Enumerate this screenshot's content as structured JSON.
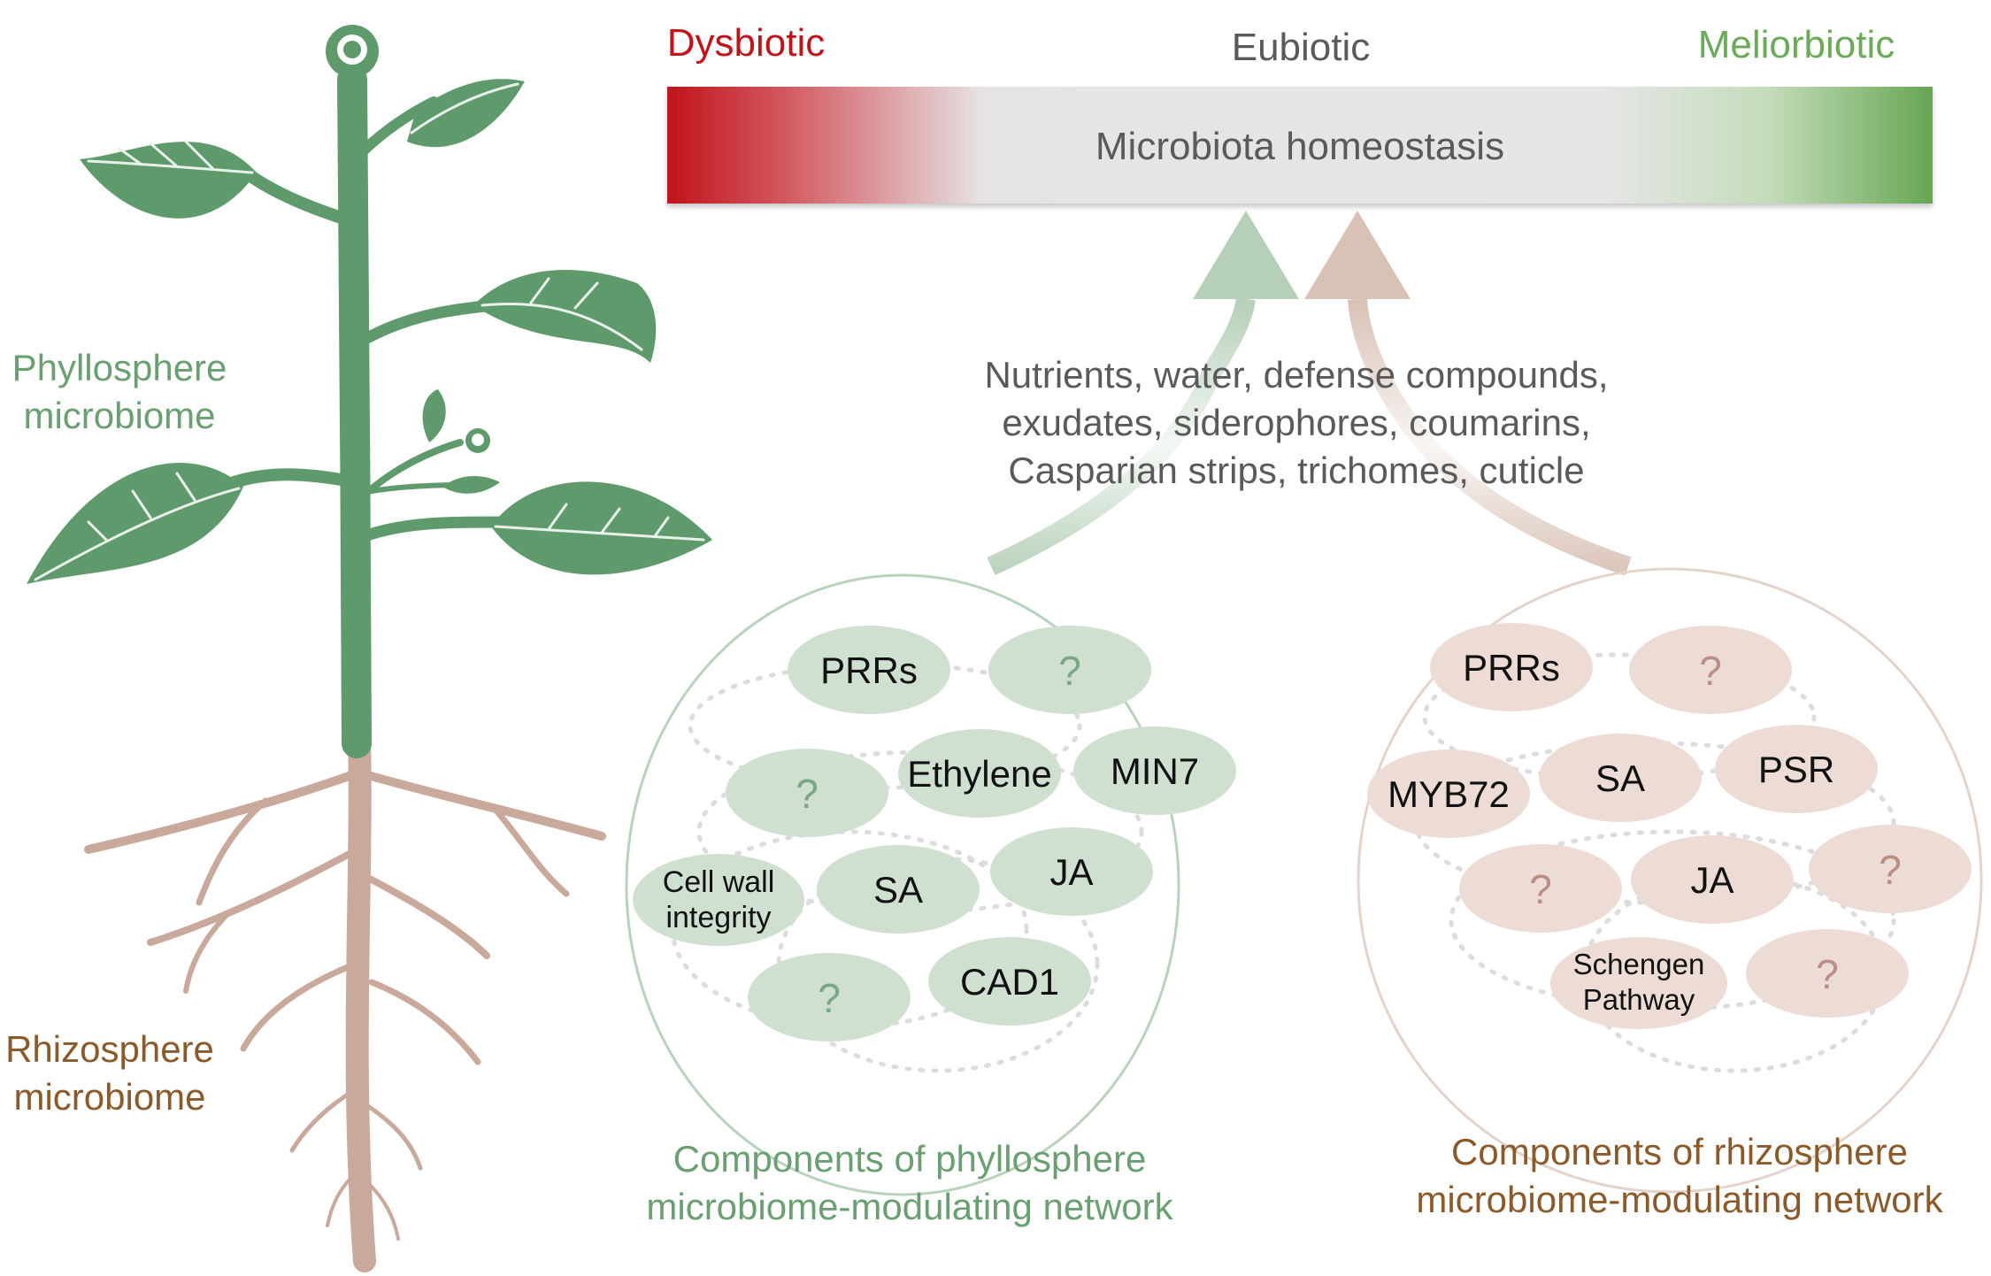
{
  "scale_labels": {
    "dysbiotic": "Dysbiotic",
    "eubiotic": "Eubiotic",
    "meliorbiotic": "Meliorbiotic"
  },
  "bar": {
    "label": "Microbiota homeostasis"
  },
  "side_labels": {
    "phyllosphere_line1": "Phyllosphere",
    "phyllosphere_line2": "microbiome",
    "rhizosphere_line1": "Rhizosphere",
    "rhizosphere_line2": "microbiome"
  },
  "factors": {
    "line1": "Nutrients, water, defense compounds,",
    "line2": "exudates, siderophores, coumarins,",
    "line3": "Casparian strips, trichomes, cuticle"
  },
  "phyllo_network": {
    "components": [
      {
        "line1": "PRRs",
        "line2": ""
      },
      {
        "line1": "?",
        "line2": ""
      },
      {
        "line1": "?",
        "line2": ""
      },
      {
        "line1": "Ethylene",
        "line2": ""
      },
      {
        "line1": "MIN7",
        "line2": ""
      },
      {
        "line1": "Cell wall",
        "line2": "integrity"
      },
      {
        "line1": "SA",
        "line2": ""
      },
      {
        "line1": "JA",
        "line2": ""
      },
      {
        "line1": "?",
        "line2": ""
      },
      {
        "line1": "CAD1",
        "line2": ""
      }
    ],
    "caption_line1": "Components of phyllosphere",
    "caption_line2": "microbiome-modulating network"
  },
  "rhizo_network": {
    "components": [
      {
        "line1": "PRRs",
        "line2": ""
      },
      {
        "line1": "?",
        "line2": ""
      },
      {
        "line1": "MYB72",
        "line2": ""
      },
      {
        "line1": "SA",
        "line2": ""
      },
      {
        "line1": "PSR",
        "line2": ""
      },
      {
        "line1": "?",
        "line2": ""
      },
      {
        "line1": "JA",
        "line2": ""
      },
      {
        "line1": "?",
        "line2": ""
      },
      {
        "line1": "Schengen",
        "line2": "Pathway"
      },
      {
        "line1": "?",
        "line2": ""
      }
    ],
    "caption_line1": "Components of rhizosphere",
    "caption_line2": "microbiome-modulating network"
  },
  "colors": {
    "dysbiotic": "#c0141b",
    "eubiotic": "#5a5a5a",
    "meliorbiotic": "#6aaa58",
    "bar_mid": "#e4e4e4",
    "phyllo_green": "#73a47c",
    "phyllo_fill": "#cfe0d1",
    "rhizo_brown": "#8b5a2b",
    "rhizo_fill": "#ecdcd5",
    "plant_green": "#5f9a6c",
    "root_brown": "#c8a697",
    "question_phyllo": "#7aa887",
    "question_rhizo": "#b98e84"
  }
}
